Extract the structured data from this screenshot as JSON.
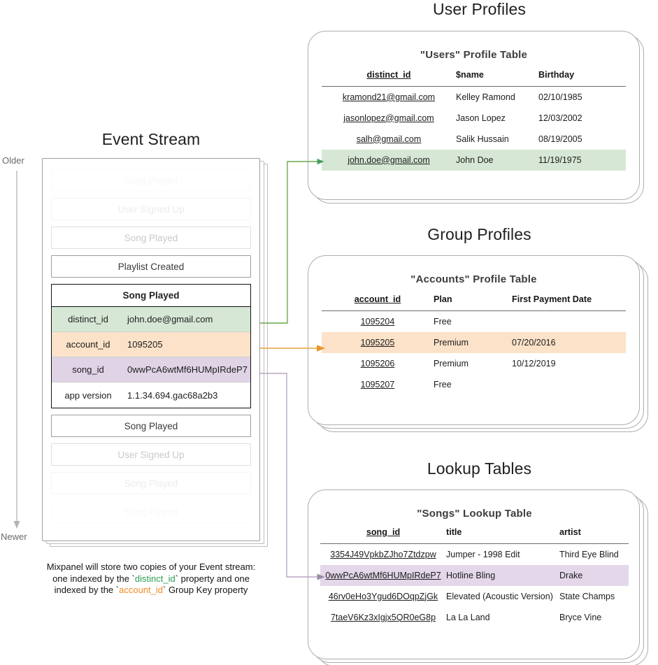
{
  "sections": {
    "event_stream": {
      "title": "Event Stream",
      "older_label": "Older",
      "newer_label": "Newer"
    },
    "user_profiles": {
      "title": "User Profiles"
    },
    "group_profiles": {
      "title": "Group Profiles"
    },
    "lookup_tables": {
      "title": "Lookup Tables"
    }
  },
  "event_stream": {
    "cards_above": [
      {
        "label": "Song Played",
        "fade": "fade3"
      },
      {
        "label": "User Signed Up",
        "fade": "fade2"
      },
      {
        "label": "Song Played",
        "fade": "fade1"
      },
      {
        "label": "Playlist Created",
        "fade": "solid"
      }
    ],
    "expanded_event": {
      "title": "Song Played",
      "properties": [
        {
          "key": "distinct_id",
          "value": "john.doe@gmail.com",
          "highlight": "green"
        },
        {
          "key": "account_id",
          "value": "1095205",
          "highlight": "orange"
        },
        {
          "key": "song_id",
          "value": "0wwPcA6wtMf6HUMpIRdeP7",
          "highlight": "purple"
        },
        {
          "key": "app version",
          "value": "1.1.34.694.gac68a2b3",
          "highlight": "none"
        }
      ]
    },
    "cards_below": [
      {
        "label": "Song Played",
        "fade": "solid"
      },
      {
        "label": "User Signed Up",
        "fade": "fade1"
      },
      {
        "label": "Song Played",
        "fade": "fade2"
      },
      {
        "label": "Song Played",
        "fade": "fade3"
      }
    ],
    "caption": {
      "line1": "Mixpanel will store two copies of your Event stream:",
      "line2_pre": "one indexed by the `",
      "line2_token": "distinct_id",
      "line2_post": "` property and one",
      "line3_pre": "indexed by the `",
      "line3_token": "account_id",
      "line3_post": "` Group Key property"
    }
  },
  "users_table": {
    "title": "\"Users\" Profile Table",
    "columns": [
      "distinct_id",
      "$name",
      "Birthday"
    ],
    "rows": [
      {
        "cells": [
          "kramond21@gmail.com",
          "Kelley Ramond",
          "02/10/1985"
        ],
        "highlight": "none"
      },
      {
        "cells": [
          "jasonlopez@gmail.com",
          "Jason Lopez",
          "12/03/2002"
        ],
        "highlight": "none"
      },
      {
        "cells": [
          "salh@gmail.com",
          "Salik Hussain",
          "08/19/2005"
        ],
        "highlight": "none"
      },
      {
        "cells": [
          "john.doe@gmail.com",
          "John Doe",
          "11/19/1975"
        ],
        "highlight": "green"
      }
    ]
  },
  "accounts_table": {
    "title": "\"Accounts\" Profile Table",
    "columns": [
      "account_id",
      "Plan",
      "First Payment Date"
    ],
    "rows": [
      {
        "cells": [
          "1095204",
          "Free",
          ""
        ],
        "highlight": "none"
      },
      {
        "cells": [
          "1095205",
          "Premium",
          "07/20/2016"
        ],
        "highlight": "orange"
      },
      {
        "cells": [
          "1095206",
          "Premium",
          "10/12/2019"
        ],
        "highlight": "none"
      },
      {
        "cells": [
          "1095207",
          "Free",
          ""
        ],
        "highlight": "none"
      }
    ]
  },
  "songs_table": {
    "title": "\"Songs\" Lookup Table",
    "columns": [
      "song_id",
      "title",
      "artist"
    ],
    "rows": [
      {
        "cells": [
          "3354J49VpkbZJho7Ztdzpw",
          "Jumper - 1998 Edit",
          "Third Eye Blind"
        ],
        "highlight": "none"
      },
      {
        "cells": [
          "0wwPcA6wtMf6HUMpIRdeP7",
          "Hotline Bling",
          "Drake"
        ],
        "highlight": "purple"
      },
      {
        "cells": [
          "46rv0eHo3Ygud6DOqpZjGk",
          "Elevated (Acoustic Version)",
          "State Champs"
        ],
        "highlight": "none"
      },
      {
        "cells": [
          "7taeV6Kz3xIgjx5QR0eG8p",
          "La La Land",
          "Bryce Vine"
        ],
        "highlight": "none"
      }
    ]
  },
  "colors": {
    "green": "#d6e8d5",
    "orange": "#fbe2c8",
    "purple": "#e4d7e9",
    "arrow_green": "#4a9e5c",
    "arrow_orange": "#e8a33d",
    "arrow_purple": "#c9b7d4",
    "card_border": "#adadad"
  }
}
